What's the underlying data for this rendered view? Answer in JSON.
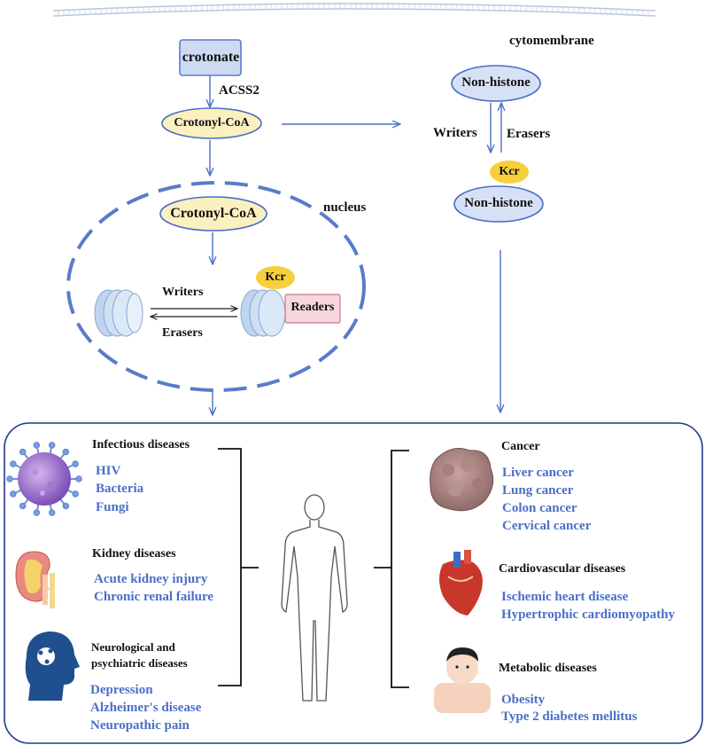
{
  "labels": {
    "cytomembrane": "cytomembrane",
    "crotonate": "crotonate",
    "acss2": "ACSS2",
    "crotonyl_coa_top": "Crotonyl-CoA",
    "crotonyl_coa_nucleus": "Crotonyl-CoA",
    "nucleus": "nucleus",
    "writers_nucleus": "Writers",
    "erasers_nucleus": "Erasers",
    "kcr_nucleus": "Kcr",
    "readers": "Readers",
    "non_histone_top": "Non-histone",
    "writers_right": "Writers",
    "erasers_right": "Erasers",
    "kcr_right": "Kcr",
    "non_histone_bottom": "Non-histone"
  },
  "diseases": {
    "infectious": {
      "title": "Infectious diseases",
      "items": [
        "HIV",
        "Bacteria",
        "Fungi"
      ]
    },
    "kidney": {
      "title": "Kidney diseases",
      "items": [
        "Acute kidney injury",
        "Chronic renal failure"
      ]
    },
    "neuro": {
      "title_line1": "Neurological and",
      "title_line2": "psychiatric diseases",
      "items": [
        "Depression",
        "Alzheimer's disease",
        "Neuropathic pain"
      ]
    },
    "cancer": {
      "title": "Cancer",
      "items": [
        "Liver cancer",
        "Lung cancer",
        "Colon cancer",
        "Cervical cancer"
      ]
    },
    "cardio": {
      "title": "Cardiovascular diseases",
      "items": [
        "Ischemic heart disease",
        "Hypertrophic cardiomyopathy"
      ]
    },
    "metabolic": {
      "title": "Metabolic diseases",
      "items": [
        "Obesity",
        "Type 2 diabetes mellitus"
      ]
    }
  },
  "icons": {
    "virus": "virus-icon",
    "kidney": "kidney-icon",
    "head": "brain-head-icon",
    "tumor": "tumor-tissue-icon",
    "heart": "heart-icon",
    "person": "obese-person-icon",
    "body": "human-body-icon"
  },
  "colors": {
    "arrow_blue": "#4a6fc7",
    "pill_yellow": "#fbf0c0",
    "pill_blue": "#d6e1f5",
    "kcr_yellow": "#f7cf3a",
    "readers_pink": "#f8d6de",
    "text_blue": "#4a6fc7"
  }
}
